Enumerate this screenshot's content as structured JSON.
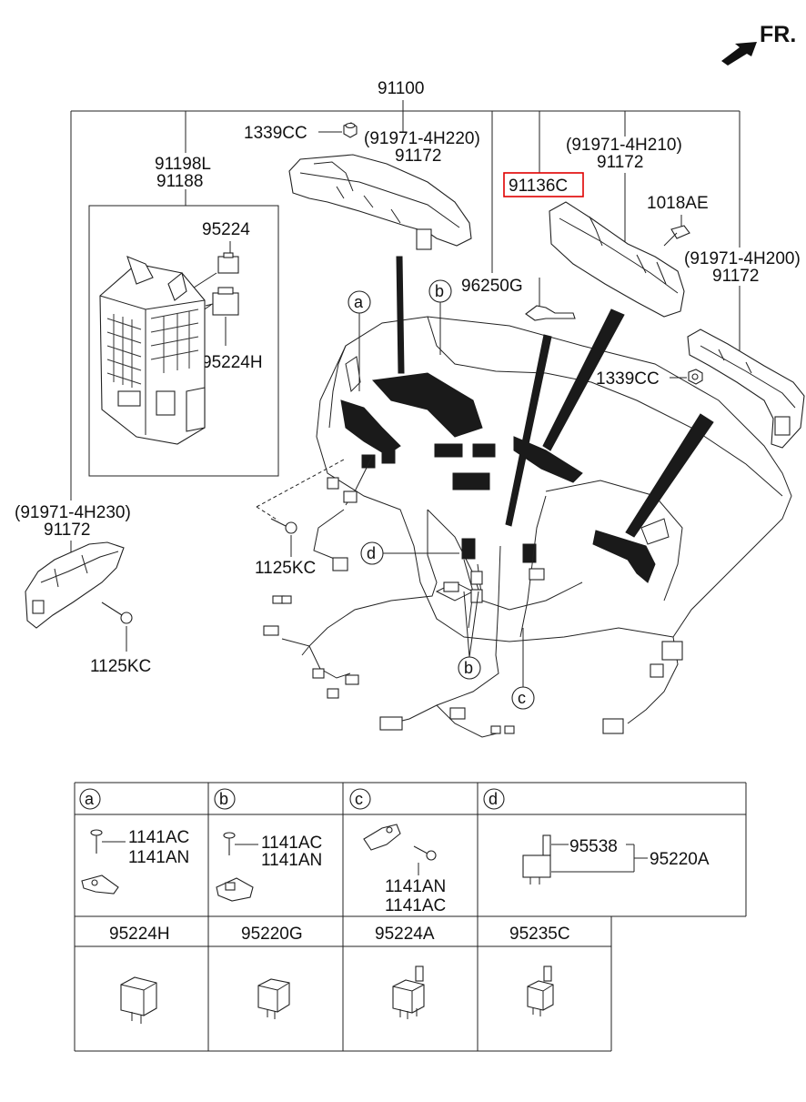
{
  "direction_label": "FR.",
  "main_assembly": "91100",
  "labels": {
    "bolt_top": "1339CC",
    "harness_top_code": "(91971-4H220)",
    "harness_top_part": "91172",
    "junction_box_1": "91198L",
    "junction_box_2": "91188",
    "relay_top": "95224",
    "relay_top_h": "95224H",
    "highlighted_part": "91136C",
    "harness_mid_code": "(91971-4H210)",
    "harness_mid_part": "91172",
    "bolt_ae": "1018AE",
    "harness_right_code": "(91971-4H200)",
    "harness_right_part": "91172",
    "clip_part": "96250G",
    "bolt_right": "1339CC",
    "harness_left_code": "(91971-4H230)",
    "harness_left_part": "91172",
    "screw_upper": "1125KC",
    "screw_lower": "1125KC"
  },
  "callouts": {
    "a": "a",
    "b_top": "b",
    "d": "d",
    "b_bottom": "b",
    "c": "c"
  },
  "detail_table": {
    "row1": [
      {
        "letter": "a",
        "parts": [
          "1141AC",
          "1141AN"
        ]
      },
      {
        "letter": "b",
        "parts": [
          "1141AC",
          "1141AN"
        ]
      },
      {
        "letter": "c",
        "parts": [
          "1141AN",
          "1141AC"
        ]
      },
      {
        "letter": "d",
        "parts": [
          "95538",
          "95220A"
        ]
      }
    ],
    "row2": [
      "95224H",
      "95220G",
      "95224A",
      "95235C"
    ]
  },
  "colors": {
    "line": "#222222",
    "highlight": "#e00000",
    "background": "#ffffff"
  }
}
